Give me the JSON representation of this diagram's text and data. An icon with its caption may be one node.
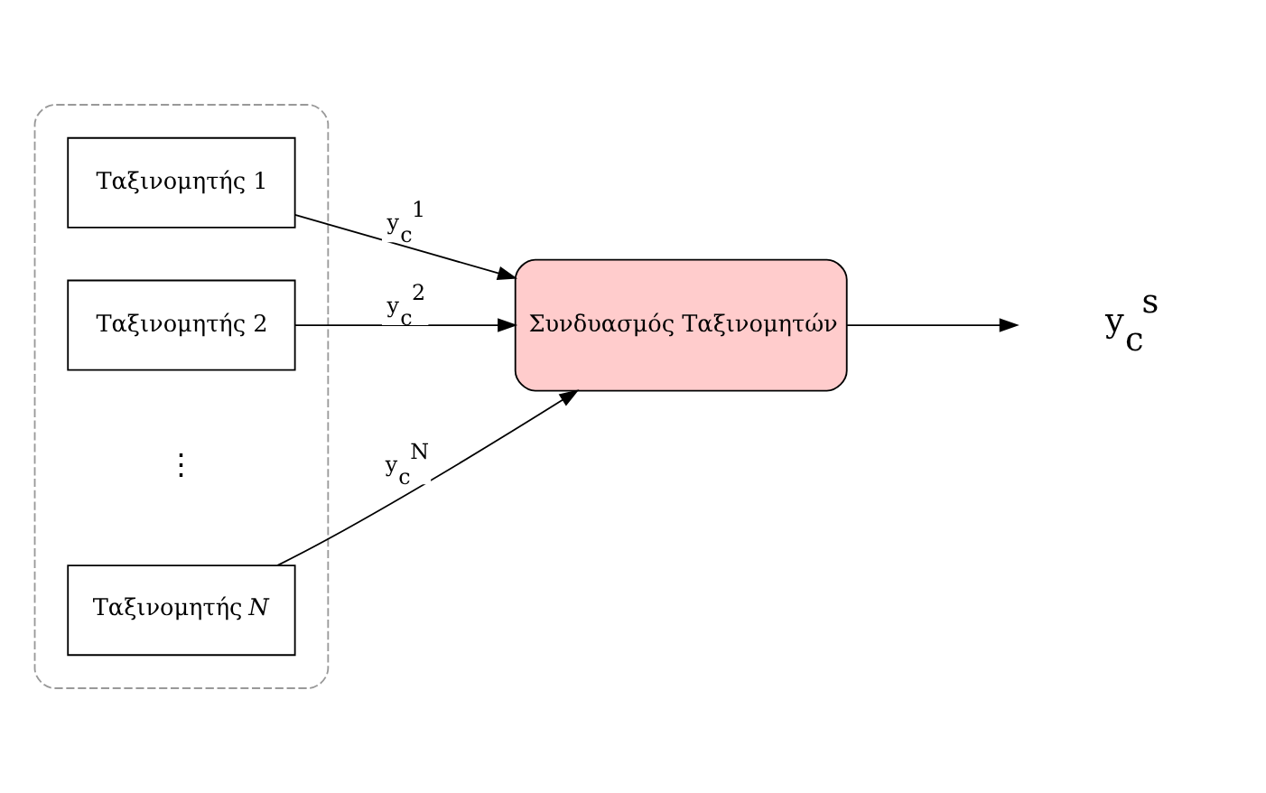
{
  "diagram": {
    "nodes": [
      {
        "text": [],
        "shape": "box"
      },
      {
        "text": [
          "Ταξινομητής 1"
        ],
        "in": 0
      },
      {
        "text": [
          "Ταξινομητής 2"
        ],
        "in": 0
      },
      {
        "text": [
          "Ταξινομητής *N*"
        ],
        "in": 0
      },
      {
        "text": [
          "Συνδυασμός Ταξινομητών"
        ]
      },
      {
        "text": [
          "y$_{c}$$^{s}$"
        ]
      }
    ],
    "edges": [
      {
        "from": 1,
        "to": 4,
        "arrow": "to",
        "label": "y$_{c}$$^{1}$"
      },
      {
        "from": 2,
        "to": 4,
        "arrow": "to",
        "label": "y$_{c}$$^{2}$"
      },
      {
        "from": 3,
        "to": 4,
        "arrow": "to",
        "label": "y$_{c}$$^{N}$"
      },
      {
        "from": 4,
        "to": 5,
        "arrow": "to"
      }
    ],
    "labels": [
      "⋮"
    ]
  }
}
